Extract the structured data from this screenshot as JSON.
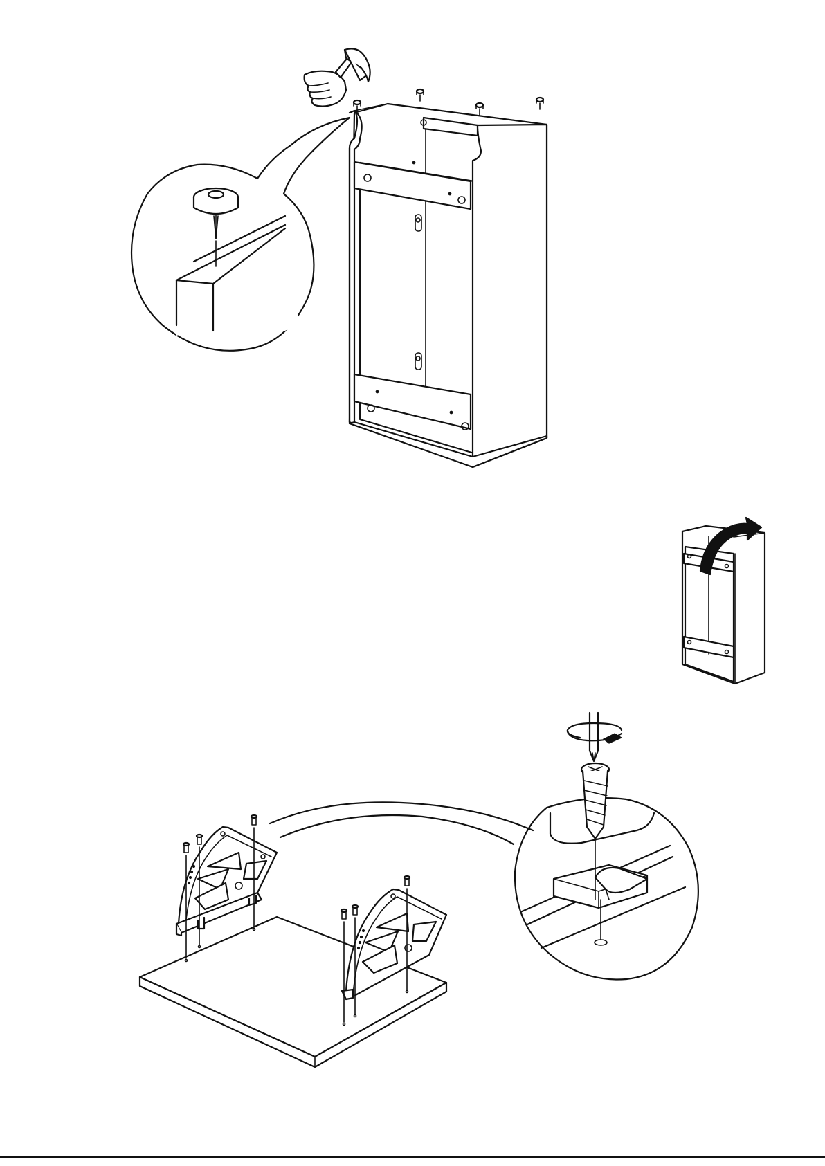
{
  "document": {
    "kind": "assembly-instructions-page",
    "text_labels": []
  },
  "colors": {
    "line": "#111111",
    "background": "#ffffff"
  },
  "steps": [
    {
      "name": "attach-glides",
      "icons": [
        "hammer-icon",
        "hand-icon",
        "nail-glide-icon",
        "magnifier-callout-icon"
      ],
      "fasteners_shown": 4
    },
    {
      "name": "tilt-cabinet",
      "icons": [
        "rotate-arrow-icon",
        "cabinet-thumbnail-icon"
      ]
    },
    {
      "name": "mount-brackets",
      "icons": [
        "screwdriver-icon",
        "rotation-arrow-icon",
        "screw-icon",
        "bracket-icon",
        "magnifier-callout-icon"
      ],
      "fasteners_shown": 7
    }
  ]
}
